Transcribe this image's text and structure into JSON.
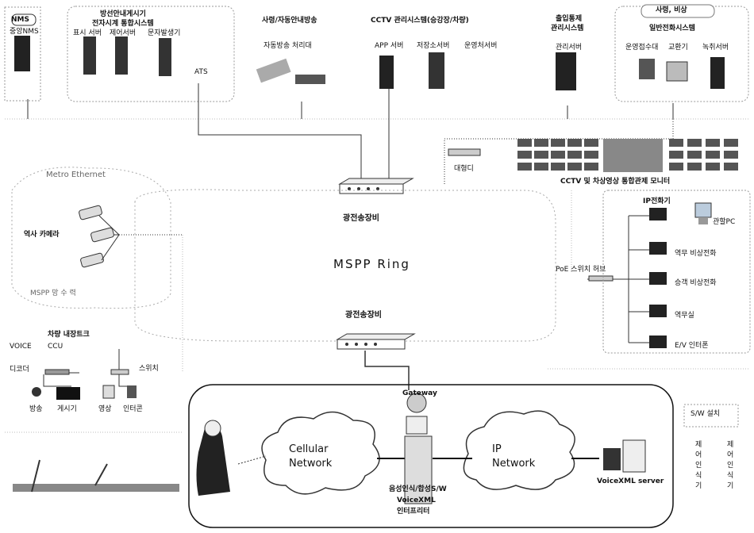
{
  "top": {
    "nms_title": "NMS",
    "nms_sub": "중앙NMS",
    "clock_title_1": "방선안내게시기",
    "clock_title_2": "전자시계 통합시스템",
    "clock_items": [
      "표시 서버",
      "제어서버",
      "문자발생기"
    ],
    "ats": "ATS",
    "broadcast_title": "사령/자동안내방송",
    "broadcast_sub": "자동방송 처리대",
    "cctv_title": "CCTV 관리시스템(승강장/차량)",
    "cctv_items": [
      "APP 서버",
      "저장소서버",
      "운영처서버"
    ],
    "access_title_1": "출입통제",
    "access_title_2": "관리시스템",
    "access_sub": "관리서버",
    "emergency_title_1": "사령, 비상",
    "emergency_title_2": "일반전화시스템",
    "emergency_items": [
      "운영접수대",
      "교환기",
      "녹취서버"
    ]
  },
  "middle": {
    "transmission_top": "광전송장비",
    "transmission_bottom": "광전송장비",
    "ring_label": "MSPP   Ring",
    "recorder": "대형디",
    "monitor_caption": "CCTV 및 차상영상 통합관제 모니터"
  },
  "left": {
    "ethernet_title": "Metro Ethernet",
    "camera_label": "역사 카메라",
    "mspp_receiver": "MSPP 망 수 력",
    "onboard_title": "차량 내장트크",
    "voice_label": "VOICE",
    "ccu_label": "CCU",
    "decoder_label": "디코더",
    "switch_label": "스위치",
    "broadcast_label": "방송",
    "display_label": "게시기",
    "video_label": "영상",
    "intercom_label": "인터콘"
  },
  "right": {
    "ip_phone_title": "IP전화기",
    "poe_hub": "PoE 스위치 허브",
    "phones": [
      "관할PC",
      "역무 비상전화",
      "승객 비상전화",
      "역무실",
      "E/V 인터폰"
    ]
  },
  "bottom": {
    "gateway": "Gateway",
    "cellular_1": "Cellular",
    "cellular_2": "Network",
    "ip_1": "IP",
    "ip_2": "Network",
    "voicexml_server": "VoiceXML server",
    "interp_1": "음성인식/합성S/W",
    "interp_2": "VoiceXML",
    "interp_3": "인터프리터",
    "sw_box": "S/W 설치",
    "vertical_left": "제어인식기",
    "vertical_right": "제어인식기"
  }
}
